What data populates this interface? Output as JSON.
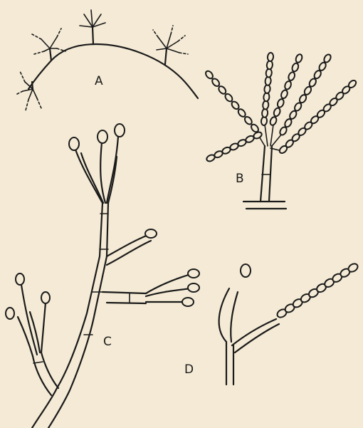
{
  "figure": {
    "labels": {
      "a": "A",
      "b": "B",
      "c": "C",
      "d": "D"
    }
  },
  "colors": {
    "paper": "#f4ead5",
    "ink": "#1b1b1b"
  }
}
